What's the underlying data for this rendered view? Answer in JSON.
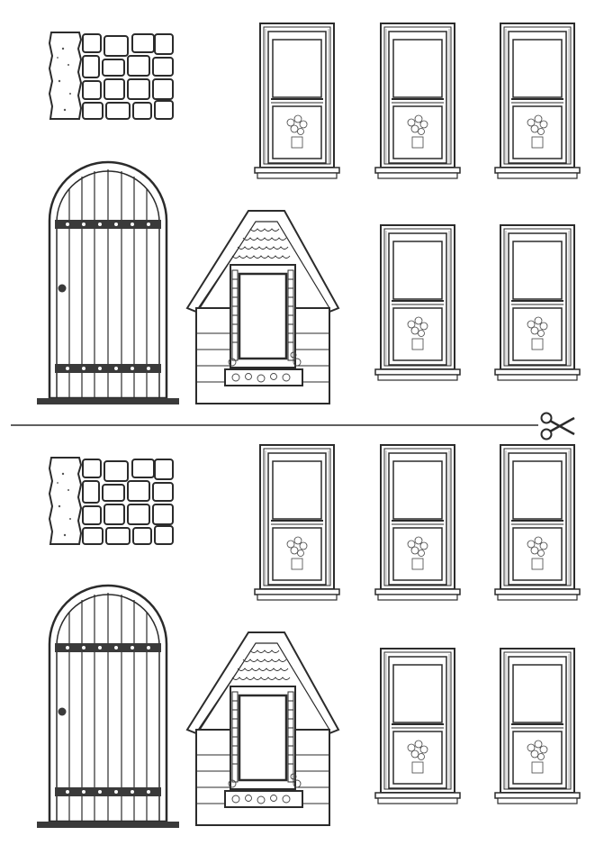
{
  "colors": {
    "ink": "#2b2b2b",
    "door_dark": "#3a3a3a",
    "paper": "#ffffff",
    "light": "#f4f4f4"
  },
  "sheet": {
    "halves": 2,
    "cut_line_icon": "scissors-icon"
  },
  "half": {
    "stone_block": "stone-wall-piece",
    "arched_door": "arched-wooden-door",
    "dormer": "gabled-dormer-with-window",
    "window_grid": {
      "rows": 2,
      "top_row_count": 3,
      "bottom_row_count": 2
    }
  }
}
